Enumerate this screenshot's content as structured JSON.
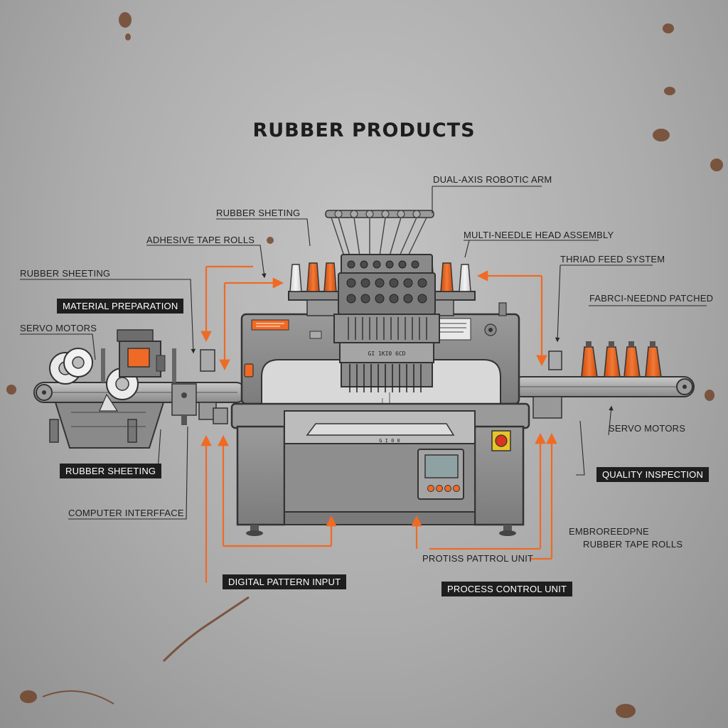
{
  "title": "RUBBER PRODUCTS",
  "colors": {
    "accent": "#f06a24",
    "machine_body": "#8e8e8e",
    "label_box": "#1e1e1e",
    "background": "#b0b0b0"
  },
  "labels": {
    "dual_axis_robotic_arm": "DUAL-AXIS ROBOTIC ARM",
    "rubber_sheting": "RUBBER SHETING",
    "multi_needle_head_assembly": "MULTI-NEEDLE HEAD ASSEMBLY",
    "adhesive_tape_rolls": "ADHESIVE TAPE ROLLS",
    "thread_feed_system": "THRIAD FEED SYSTEM",
    "rubber_sheeting_top": "RUBBER SHEETING",
    "fabric_needle_patched": "FABRCI-NEEDND PATCHED",
    "material_preparation": "MATERIAL PREPARATION",
    "servo_motors_left": "SERVO MOTORS",
    "servo_motors_right": "SERVO MOTORS",
    "rubber_sheeting_box": "RUBBER SHEETING",
    "quality_inspection": "QUALITY INSPECTION",
    "computer_interface": "COMPUTER INTERFFACE",
    "embroidery_line1": "EMBROREEDPNE",
    "embroidery_line2": "RUBBER TAPE ROLLS",
    "protiss_pattrol_unit": "PROTISS PATTROL UNIT",
    "digital_pattern_input": "DIGITAL PATTERN INPUT",
    "process_control_unit": "PROCESS CONTROL UNIT",
    "machine_plate": "GI 1KI0 6CD",
    "bed_plate": "G I 0 0"
  }
}
